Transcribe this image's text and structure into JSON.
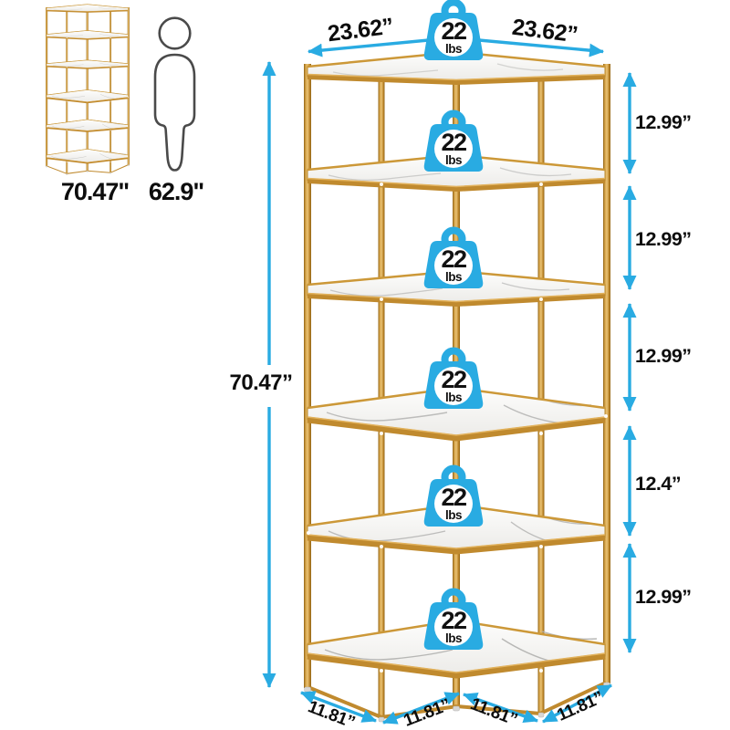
{
  "reference_panel": {
    "product_height": "70.47\"",
    "human_height": "62.9\""
  },
  "dimensions": {
    "top_width_left": "23.62”",
    "top_width_right": "23.62”",
    "total_height": "70.47”",
    "shelf_spacings": [
      "12.99”",
      "12.99”",
      "12.99”",
      "12.4”",
      "12.99”"
    ],
    "bottom_edges": [
      "11.81”",
      "11.81”",
      "11.81”",
      "11.81”"
    ]
  },
  "badges": [
    {
      "value": "22",
      "unit": "lbs"
    },
    {
      "value": "22",
      "unit": "lbs"
    },
    {
      "value": "22",
      "unit": "lbs"
    },
    {
      "value": "22",
      "unit": "lbs"
    },
    {
      "value": "22",
      "unit": "lbs"
    },
    {
      "value": "22",
      "unit": "lbs"
    }
  ],
  "colors": {
    "accent": "#29ABE2",
    "gold": "#C8923B",
    "marble": "#F5F4F2",
    "text": "#111111"
  }
}
